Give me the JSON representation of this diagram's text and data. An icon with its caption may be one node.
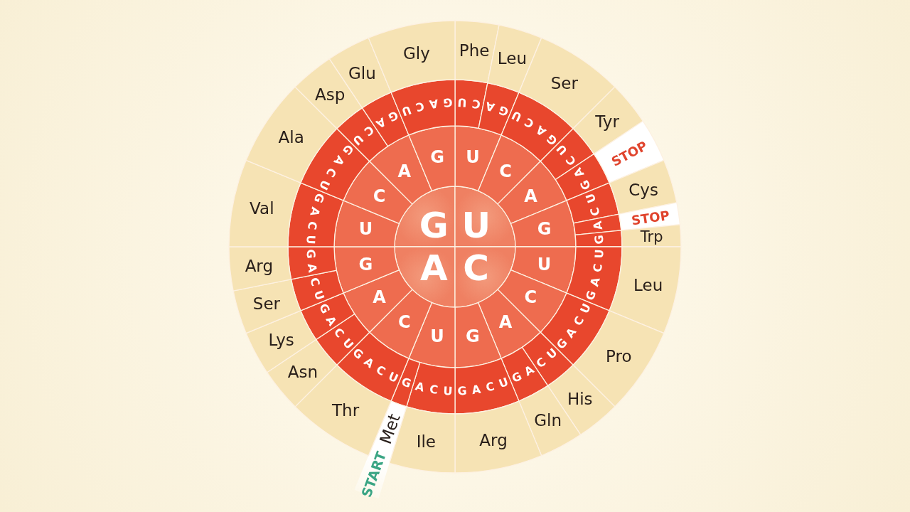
{
  "diagram": {
    "nodes": [
      {
        "text": [
          "G"
        ]
      },
      {
        "text": [
          "U"
        ]
      },
      {
        "text": [
          "A"
        ]
      },
      {
        "text": [
          "C"
        ]
      },
      {
        "text": [
          "U"
        ]
      },
      {
        "text": [
          "C"
        ]
      },
      {
        "text": [
          "A"
        ]
      },
      {
        "text": [
          "G"
        ]
      },
      {
        "text": [
          "U"
        ]
      },
      {
        "text": [
          "C"
        ]
      },
      {
        "text": [
          "A"
        ]
      },
      {
        "text": [
          "G"
        ]
      },
      {
        "text": [
          "U"
        ]
      },
      {
        "text": [
          "C"
        ]
      },
      {
        "text": [
          "A"
        ]
      },
      {
        "text": [
          "G"
        ]
      },
      {
        "text": [
          "U"
        ]
      },
      {
        "text": [
          "C"
        ]
      },
      {
        "text": [
          "A"
        ]
      },
      {
        "text": [
          "G"
        ]
      },
      {
        "text": [
          "U",
          "C"
        ]
      },
      {
        "text": [
          "A",
          "G"
        ]
      },
      {
        "text": [
          "U",
          "C",
          "A",
          "G"
        ]
      },
      {
        "text": [
          "U",
          "C"
        ]
      },
      {
        "text": [
          "A",
          "G"
        ]
      },
      {
        "text": [
          "U",
          "C"
        ]
      },
      {
        "text": [
          "A"
        ]
      },
      {
        "text": [
          "G"
        ]
      },
      {
        "text": [
          "U",
          "C",
          "A",
          "G"
        ]
      },
      {
        "text": [
          "U",
          "C",
          "A",
          "G"
        ]
      },
      {
        "text": [
          "U",
          "C"
        ]
      },
      {
        "text": [
          "A",
          "G"
        ]
      },
      {
        "text": [
          "U",
          "C",
          "A",
          "G"
        ]
      },
      {
        "text": [
          "U",
          "C",
          "A"
        ]
      },
      {
        "text": [
          "G"
        ]
      },
      {
        "text": [
          "U",
          "C",
          "A",
          "G"
        ]
      },
      {
        "text": [
          "U",
          "C"
        ]
      },
      {
        "text": [
          "A",
          "G"
        ]
      },
      {
        "text": [
          "U",
          "C"
        ]
      },
      {
        "text": [
          "A",
          "G"
        ]
      },
      {
        "text": [
          "U",
          "C",
          "A",
          "G"
        ]
      },
      {
        "text": [
          "U",
          "C",
          "A",
          "G"
        ]
      },
      {
        "text": [
          "U",
          "C"
        ]
      },
      {
        "text": [
          "A",
          "G"
        ]
      },
      {
        "text": [
          "U",
          "C",
          "A",
          "G"
        ]
      },
      {
        "text": [
          "Phe"
        ]
      },
      {
        "text": [
          "Leu"
        ]
      },
      {
        "text": [
          "Ser"
        ]
      },
      {
        "text": [
          "Tyr"
        ]
      },
      {
        "text": [
          "STOP"
        ]
      },
      {
        "text": [
          "Cys"
        ]
      },
      {
        "text": [
          "STOP"
        ]
      },
      {
        "text": [
          "Trp"
        ]
      },
      {
        "text": [
          "Leu"
        ]
      },
      {
        "text": [
          "Pro"
        ]
      },
      {
        "text": [
          "His"
        ]
      },
      {
        "text": [
          "Gln"
        ]
      },
      {
        "text": [
          "Arg"
        ]
      },
      {
        "text": [
          "Ile"
        ]
      },
      {
        "text": [
          "Met",
          "START"
        ]
      },
      {
        "text": [
          "Thr"
        ]
      },
      {
        "text": [
          "Asn"
        ]
      },
      {
        "text": [
          "Lys"
        ]
      },
      {
        "text": [
          "Ser"
        ]
      },
      {
        "text": [
          "Arg"
        ]
      },
      {
        "text": [
          "Val"
        ]
      },
      {
        "text": [
          "Ala"
        ]
      },
      {
        "text": [
          "Asp"
        ]
      },
      {
        "text": [
          "Glu"
        ]
      },
      {
        "text": [
          "Gly"
        ]
      }
    ]
  }
}
